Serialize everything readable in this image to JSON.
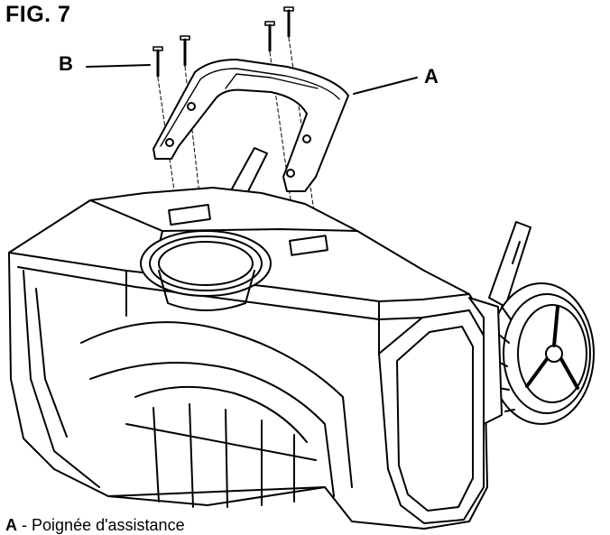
{
  "figure": {
    "title": "FIG. 7",
    "callouts": {
      "a": "A",
      "b": "B"
    },
    "legend": {
      "key": "A",
      "separator": "-",
      "text": "Poignée d'assistance"
    }
  }
}
